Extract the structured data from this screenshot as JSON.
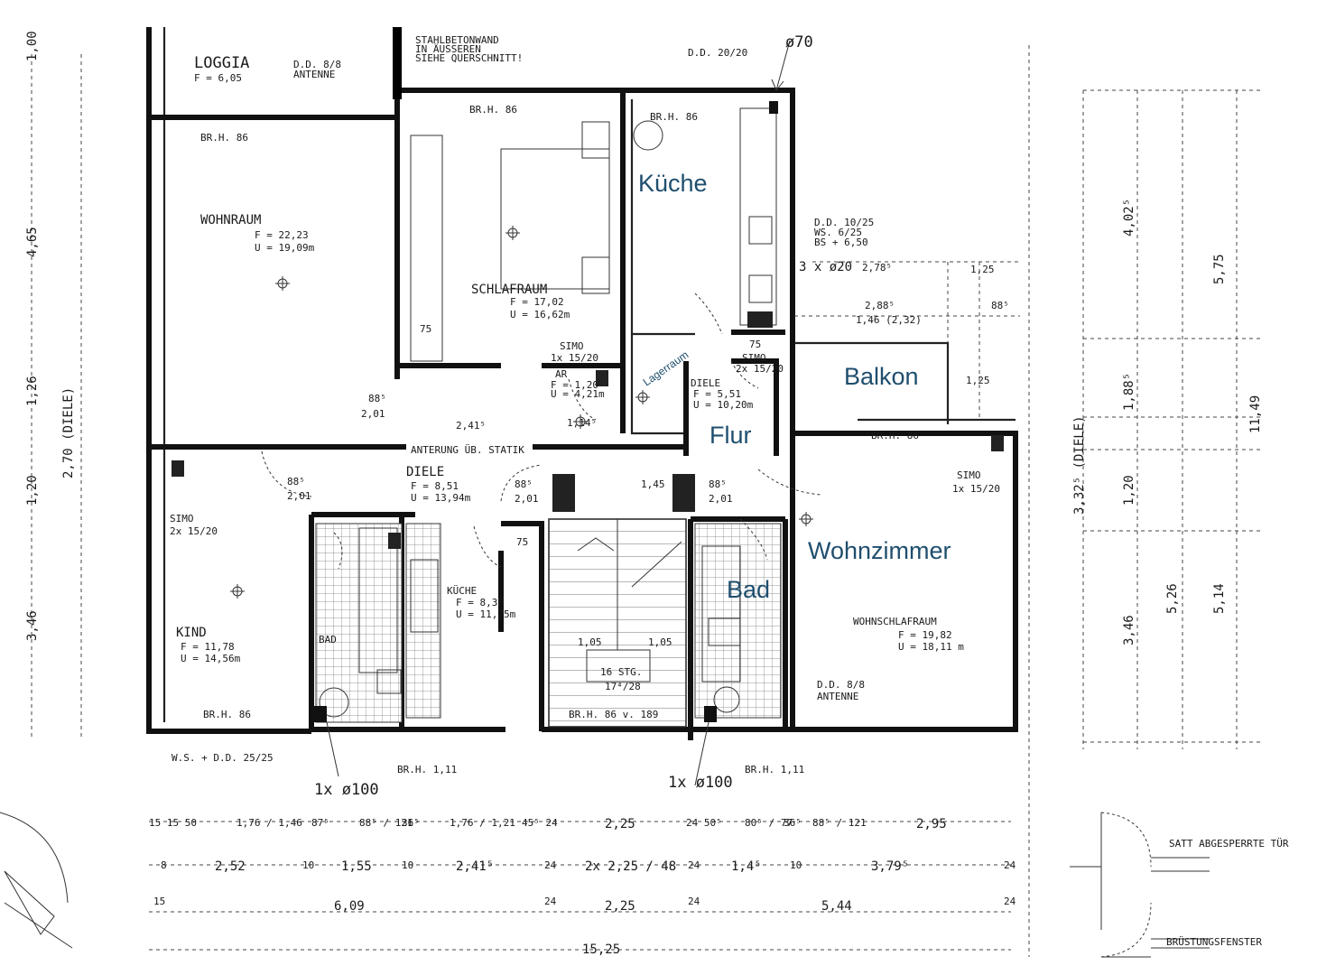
{
  "annotations": {
    "rooms": {
      "kueche": "Küche",
      "balkon": "Balkon",
      "flur": "Flur",
      "lagerraum": "Lagerraum",
      "wohnzimmer": "Wohnzimmer",
      "bad": "Bad"
    }
  },
  "plan_labels": {
    "loggia": "LOGGIA",
    "loggia_area": "F = 6,05",
    "stahlbeton_1": "STAHLBETONWAND",
    "stahlbeton_2": "IN ÄUSSEREN",
    "stahlbeton_3": "SIEHE QUERSCHNITT!",
    "dd_antenne_1": "D.D. 8/8",
    "dd_antenne_2": "ANTENNE",
    "dd_2020": "D.D. 20/20",
    "phi70": "ø70",
    "brh86_wohn": "BR.H. 86",
    "brh86_schlaf": "BR.H. 86",
    "brh86_kueche": "BR.H. 86",
    "wohnraum": "WOHNRAUM",
    "wohnraum_f": "F = 22,23",
    "wohnraum_u": "U = 19,09m",
    "schlafraum": "SCHLAFRAUM",
    "schlafraum_f": "F = 17,02",
    "schlafraum_u": "U = 16,62m",
    "dd_1025": "D.D. 10/25",
    "dd_1025_b": "WS. 6/25",
    "dd_1025_c": "BS + 6,50",
    "three_phi20": "3 x ø20",
    "dim_2785": "2,78⁵",
    "dim_125a": "1,25",
    "dim_2885": "2,88⁵",
    "dim_146": "1,46 (2,32)",
    "dim_885": "88⁵",
    "dim_125b": "1,25",
    "simo_1": "SIMO",
    "simo_1b": "1x 15/20",
    "ar": "AR",
    "ar_f": "F = 1,20",
    "ar_u": "U = 4,21m",
    "diele_1": "DIELE",
    "diele_1f": "F = 5,51",
    "diele_1u": "U = 10,20m",
    "simo_2": "SIMO",
    "simo_2b": "2x 15/20",
    "brh86_wz": "BR.H. 86",
    "simo_3": "SIMO",
    "simo_3b": "1x 15/20",
    "diele_2": "DIELE",
    "diele_2f": "F = 8,51",
    "diele_2u": "U = 13,94m",
    "anterung": "ANTERUNG ÜB. STATIK",
    "dim_885b": "88⁵",
    "dim_201a": "2,01",
    "dim_2415": "2,41⁵",
    "dim_114": "1,14⁵",
    "dim_885c": "88⁵",
    "dim_201b": "2,01",
    "dim_145": "1,45",
    "dim_885d": "88⁵",
    "dim_201c": "2,01",
    "dim_885e": "88⁵",
    "dim_201d": "2,01",
    "simo_4": "SIMO",
    "simo_4b": "2x 15/20",
    "kind": "KIND",
    "kind_f": "F = 11,78",
    "kind_u": "U = 14,56m",
    "brh86_kind": "BR.H. 86",
    "bad_label": "BAD",
    "kueche2": "KÜCHE",
    "kueche2_f": "F = 8,36",
    "kueche2_u": "U = 11,75m",
    "dim_75a": "75",
    "dim_75b": "75",
    "dim_75c": "75",
    "stg": "16 STG.",
    "stg_b": "17⁴/28",
    "brh_trep": "BR.H. 86 v. 189",
    "dim_105a": "1,05",
    "dim_105b": "1,05",
    "wohnschlaf": "WOHNSCHLAFRAUM",
    "wohnschlaf_f": "F = 19,82",
    "wohnschlaf_u": "U = 18,11 m",
    "dd_88_antenne": "D.D. 8/8",
    "dd_88_antenne_b": "ANTENNE",
    "ws_dd": "W.S. + D.D. 25/25",
    "phi100a": "1x ø100",
    "phi100b": "1x ø100",
    "brh111a": "BR.H. 1,11",
    "brh111b": "BR.H. 1,11",
    "satt": "SATT ABGESPERRTE TÜR",
    "bruestung": "BRÜSTUNGSFENSTER"
  },
  "dims_left": [
    "1,00",
    "4,65",
    "1,26",
    "1,20",
    "2,70 (DIELE)",
    "3,46"
  ],
  "dims_right": [
    "4,02⁵",
    "5,75",
    "1,88⁵",
    "3,32⁵ (DIELE)",
    "1,20",
    "11,49",
    "3,46",
    "5,26",
    "5,14"
  ],
  "dims_bottom_row1": [
    "15 15 50",
    "1,76 / 1,46",
    "87⁵",
    "88⁵ / 121",
    "36⁵",
    "1,76 / 1,21",
    "45⁵ 24",
    "2,25",
    "24 50⁵",
    "80⁵ / 77",
    "36⁵",
    "88⁵ / 121",
    "2,95"
  ],
  "dims_bottom_row2": [
    "8",
    "2,52",
    "10",
    "1,55",
    "10",
    "2,41⁵",
    "24",
    "2x 2,25 / 48",
    "24",
    "1,4⁵",
    "10",
    "3,79⁵",
    "24"
  ],
  "dims_bottom_row3": [
    "15",
    "6,09",
    "24",
    "2,25",
    "24",
    "5,44",
    "24"
  ],
  "dims_bottom_total": "15,25"
}
